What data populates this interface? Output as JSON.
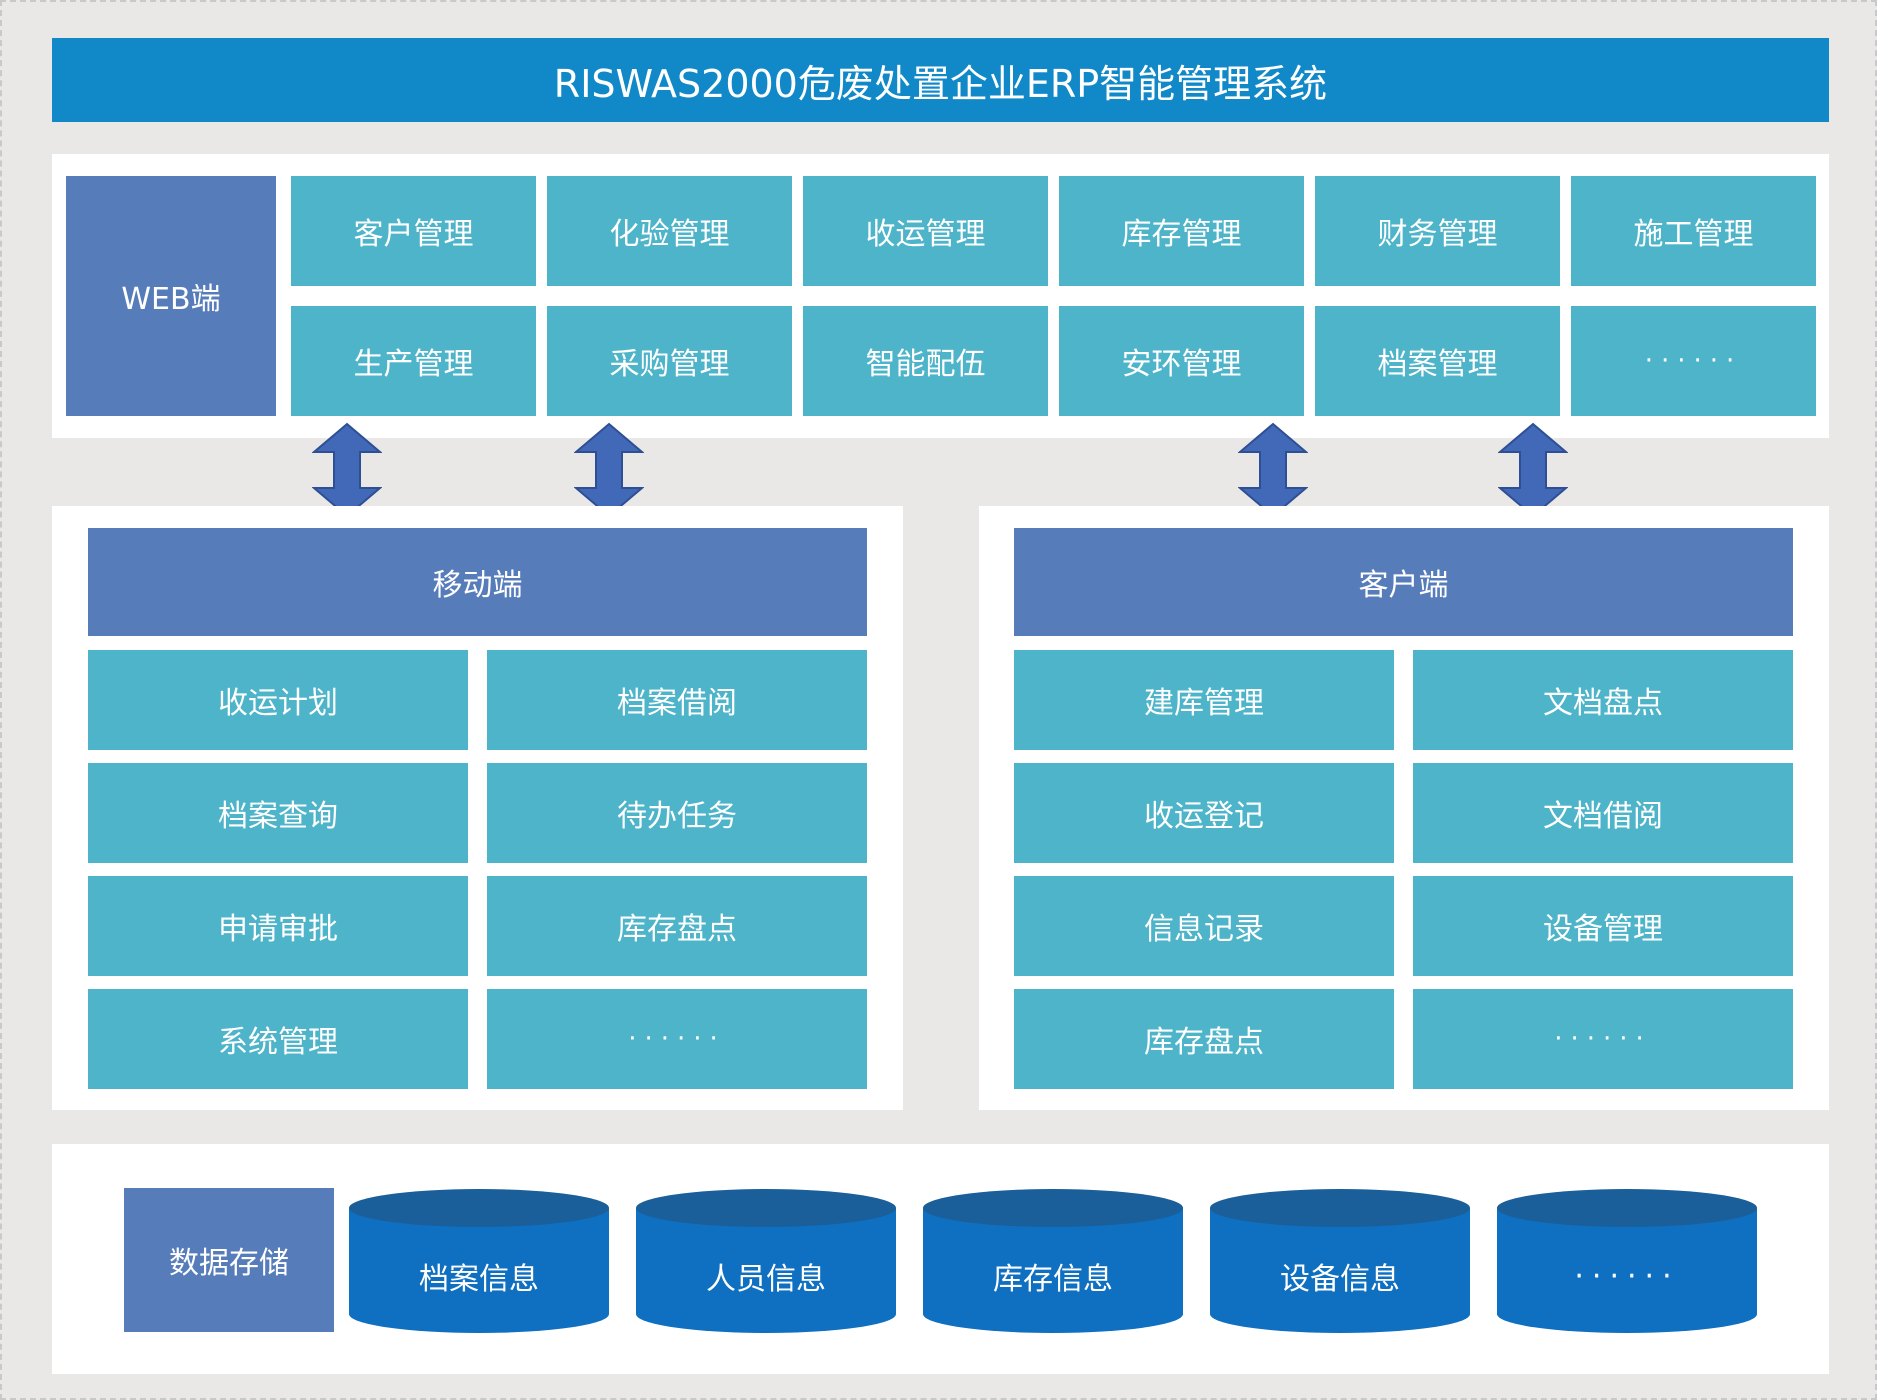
{
  "title": "RISWAS2000危废处置企业ERP智能管理系统",
  "web": {
    "label": "WEB端",
    "modules": [
      "客户管理",
      "化验管理",
      "收运管理",
      "库存管理",
      "财务管理",
      "施工管理",
      "生产管理",
      "采购管理",
      "智能配伍",
      "安环管理",
      "档案管理",
      "······"
    ]
  },
  "mobile": {
    "label": "移动端",
    "items": [
      "收运计划",
      "档案借阅",
      "档案查询",
      "待办任务",
      "申请审批",
      "库存盘点",
      "系统管理",
      "······"
    ]
  },
  "client": {
    "label": "客户端",
    "items": [
      "建库管理",
      "文档盘点",
      "收运登记",
      "文档借阅",
      "信息记录",
      "设备管理",
      "库存盘点",
      "······"
    ]
  },
  "storage": {
    "label": "数据存储",
    "items": [
      "档案信息",
      "人员信息",
      "库存信息",
      "设备信息",
      "······"
    ]
  },
  "colors": {
    "title_bar": "#1188c8",
    "header_block": "#577cba",
    "module_cell": "#4eb4c9",
    "cylinder_body": "#0f6fc0",
    "cylinder_top": "#1a5f99",
    "arrow": "#4169b8"
  }
}
